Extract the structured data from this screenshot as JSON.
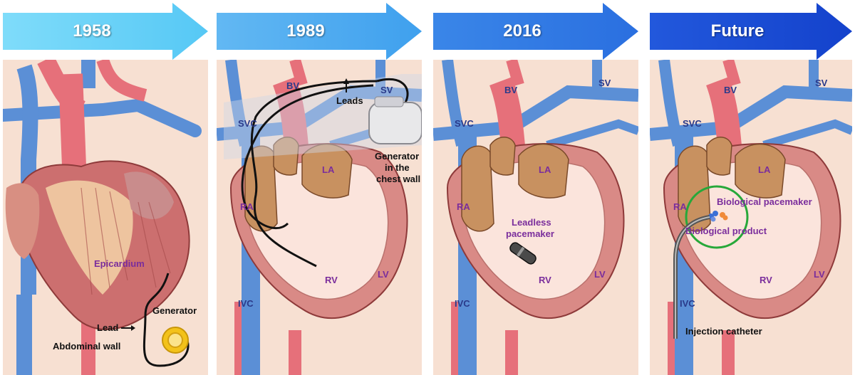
{
  "colors": {
    "panel_bg": "#f7e0d2",
    "vein_blue": "#5b8fd6",
    "artery_red": "#e6707a",
    "label_purple": "#7a2d9c",
    "label_navy": "#2a3a8a",
    "ring_green": "#27a83a",
    "arrow_colors": [
      "#56c8f5",
      "#3fa0ee",
      "#2a6fe0",
      "#1848d4"
    ]
  },
  "eras": [
    {
      "title": "1958",
      "labels": {
        "epicardium": "Epicardium",
        "generator": "Generator",
        "lead": "Lead",
        "abdominal_wall": "Abdominal wall"
      }
    },
    {
      "title": "1989",
      "labels": {
        "bv": "BV",
        "sv": "SV",
        "svc": "SVC",
        "leads": "Leads",
        "generator": "Generator",
        "generator2": "in the",
        "generator3": "chest wall",
        "ra": "RA",
        "la": "LA",
        "rv": "RV",
        "lv": "LV",
        "ivc": "IVC"
      }
    },
    {
      "title": "2016",
      "labels": {
        "bv": "BV",
        "sv": "SV",
        "svc": "SVC",
        "ra": "RA",
        "la": "LA",
        "rv": "RV",
        "lv": "LV",
        "ivc": "IVC",
        "leadless1": "Leadless",
        "leadless2": "pacemaker"
      }
    },
    {
      "title": "Future",
      "labels": {
        "bv": "BV",
        "sv": "SV",
        "svc": "SVC",
        "ra": "RA",
        "la": "LA",
        "rv": "RV",
        "lv": "LV",
        "ivc": "IVC",
        "bio_pacemaker": "Biological pacemaker",
        "bio_product": "Biological product",
        "injection_catheter": "Injection catheter"
      }
    }
  ]
}
